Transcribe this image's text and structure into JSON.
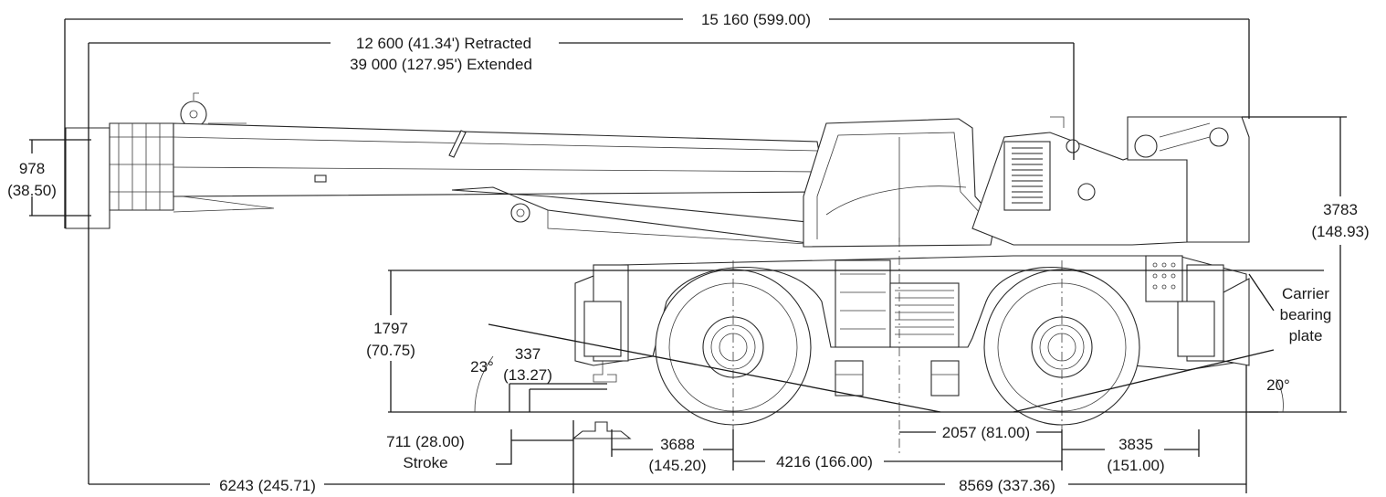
{
  "dimensions": {
    "overall_length": "15 160 (599.00)",
    "boom_retracted": "12 600 (41.34') Retracted",
    "boom_extended": "39 000 (127.95') Extended",
    "boom_head_height_mm": "978",
    "boom_head_height_in": "(38.50)",
    "overall_height_mm": "3783",
    "overall_height_in": "(148.93)",
    "carrier_bearing_label_1": "Carrier",
    "carrier_bearing_label_2": "bearing",
    "carrier_bearing_label_3": "plate",
    "bearing_height_mm": "1797",
    "bearing_height_in": "(70.75)",
    "approach_angle": "23°",
    "departure_angle": "20°",
    "outrigger_pad_mm": "337",
    "outrigger_pad_in": "(13.27)",
    "stroke_value": "711 (28.00)",
    "stroke_label": "Stroke",
    "front_overhang_mm": "3688",
    "front_overhang_in": "(145.20)",
    "wheelbase": "4216 (166.00)",
    "rotation_to_rear_axle": "2057 (81.00)",
    "rear_overhang_mm": "3835",
    "rear_overhang_in": "(151.00)",
    "boom_overhang": "6243 (245.71)",
    "carrier_length": "8569 (337.36)"
  }
}
